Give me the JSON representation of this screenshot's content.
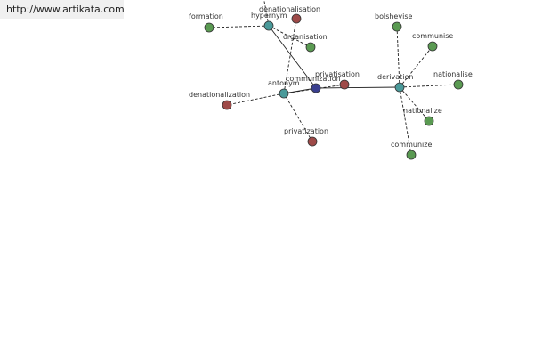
{
  "site_link": "http://www.artikata.com",
  "colors": {
    "center": "#3a3f8f",
    "relation": "#4a9a9a",
    "synonym": "#5a9a52",
    "antonym": "#9e4a48",
    "edge": "#222222"
  },
  "nodes": [
    {
      "id": "communization",
      "label": "communization",
      "type": "center"
    },
    {
      "id": "hypernym",
      "label": "hypernym",
      "type": "relation"
    },
    {
      "id": "antonym",
      "label": "antonym",
      "type": "relation"
    },
    {
      "id": "derivation",
      "label": "derivation",
      "type": "relation"
    },
    {
      "id": "formation",
      "label": "formation",
      "type": "synonym"
    },
    {
      "id": "denationalisation",
      "label": "denationalisation",
      "type": "antonym"
    },
    {
      "id": "organisation",
      "label": "organisation",
      "type": "synonym"
    },
    {
      "id": "privatisation",
      "label": "privatisation",
      "type": "antonym"
    },
    {
      "id": "denationalization",
      "label": "denationalization",
      "type": "antonym"
    },
    {
      "id": "privatization",
      "label": "privatization",
      "type": "antonym"
    },
    {
      "id": "bolshevise",
      "label": "bolshevise",
      "type": "synonym"
    },
    {
      "id": "communise",
      "label": "communise",
      "type": "synonym"
    },
    {
      "id": "nationalise",
      "label": "nationalise",
      "type": "synonym"
    },
    {
      "id": "nationalize",
      "label": "nationalize",
      "type": "synonym"
    },
    {
      "id": "communize",
      "label": "communize",
      "type": "synonym"
    }
  ],
  "edges": [
    {
      "from": "communization",
      "to": "hypernym",
      "style": "solid"
    },
    {
      "from": "communization",
      "to": "antonym",
      "style": "solid"
    },
    {
      "from": "communization",
      "to": "derivation",
      "style": "solid"
    },
    {
      "from": "hypernym",
      "to": "formation",
      "style": "dashed"
    },
    {
      "from": "hypernym",
      "to": "organisation",
      "style": "dashed"
    },
    {
      "from": "hypernym",
      "to": "offscreen-top",
      "style": "dashed"
    },
    {
      "from": "antonym",
      "to": "denationalisation",
      "style": "dashed"
    },
    {
      "from": "antonym",
      "to": "privatisation",
      "style": "dashed"
    },
    {
      "from": "antonym",
      "to": "denationalization",
      "style": "dashed"
    },
    {
      "from": "antonym",
      "to": "privatization",
      "style": "dashed"
    },
    {
      "from": "derivation",
      "to": "bolshevise",
      "style": "dashed"
    },
    {
      "from": "derivation",
      "to": "communise",
      "style": "dashed"
    },
    {
      "from": "derivation",
      "to": "nationalise",
      "style": "dashed"
    },
    {
      "from": "derivation",
      "to": "nationalize",
      "style": "dashed"
    },
    {
      "from": "derivation",
      "to": "communize",
      "style": "dashed"
    }
  ]
}
